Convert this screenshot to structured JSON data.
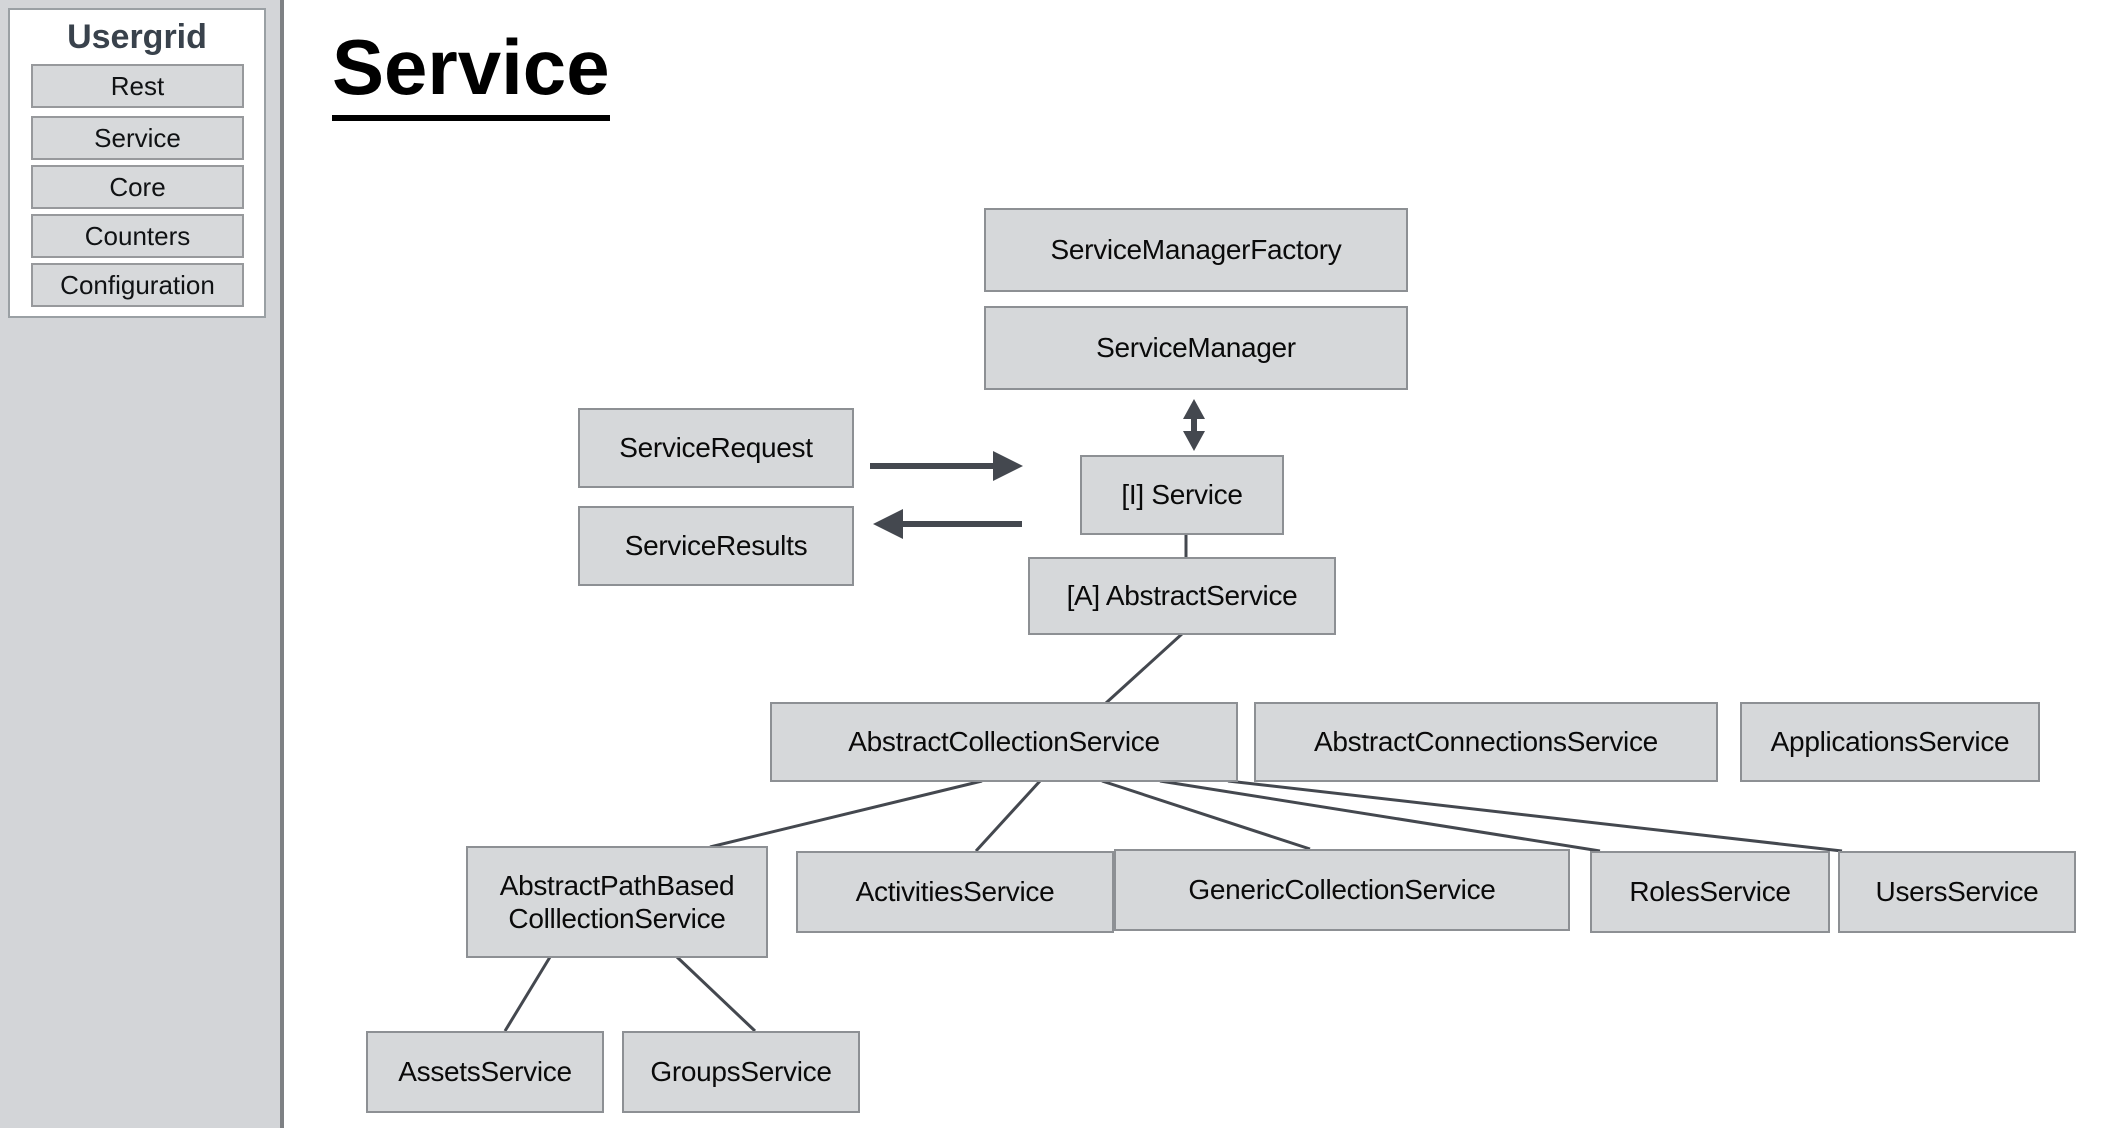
{
  "page": {
    "title": "Service"
  },
  "sidebar": {
    "title": "Usergrid",
    "items": [
      {
        "label": "Rest"
      },
      {
        "label": "Service"
      },
      {
        "label": "Core"
      },
      {
        "label": "Counters"
      },
      {
        "label": "Configuration"
      }
    ]
  },
  "diagram": {
    "nodes": [
      {
        "id": "service-manager-factory",
        "label": "ServiceManagerFactory"
      },
      {
        "id": "service-manager",
        "label": "ServiceManager"
      },
      {
        "id": "service-request",
        "label": "ServiceRequest"
      },
      {
        "id": "service-results",
        "label": "ServiceResults"
      },
      {
        "id": "i-service",
        "label": "[I] Service"
      },
      {
        "id": "a-abstract-service",
        "label": "[A] AbstractService"
      },
      {
        "id": "abstract-collection-service",
        "label": "AbstractCollectionService"
      },
      {
        "id": "abstract-connections-service",
        "label": "AbstractConnectionsService"
      },
      {
        "id": "applications-service",
        "label": "ApplicationsService"
      },
      {
        "id": "abstract-path-based-colllection-service",
        "label": "AbstractPathBased ColllectionService"
      },
      {
        "id": "activities-service",
        "label": "ActivitiesService"
      },
      {
        "id": "generic-collection-service",
        "label": "GenericCollectionService"
      },
      {
        "id": "roles-service",
        "label": "RolesService"
      },
      {
        "id": "users-service",
        "label": "UsersService"
      },
      {
        "id": "assets-service",
        "label": "AssetsService"
      },
      {
        "id": "groups-service",
        "label": "GroupsService"
      }
    ],
    "edges": [
      {
        "from": "ServiceManager",
        "to": "[I] Service",
        "type": "double-arrow"
      },
      {
        "from": "ServiceRequest",
        "to": "[I] Service",
        "type": "arrow-right"
      },
      {
        "from": "[I] Service",
        "to": "ServiceResults",
        "type": "arrow-left"
      },
      {
        "from": "[I] Service",
        "to": "[A] AbstractService",
        "type": "line"
      },
      {
        "from": "[A] AbstractService",
        "to": "AbstractCollectionService",
        "type": "line"
      },
      {
        "from": "AbstractCollectionService",
        "to": "AbstractPathBased ColllectionService",
        "type": "line"
      },
      {
        "from": "AbstractCollectionService",
        "to": "ActivitiesService",
        "type": "line"
      },
      {
        "from": "AbstractCollectionService",
        "to": "GenericCollectionService",
        "type": "line"
      },
      {
        "from": "AbstractCollectionService",
        "to": "RolesService",
        "type": "line"
      },
      {
        "from": "AbstractCollectionService",
        "to": "UsersService",
        "type": "line"
      },
      {
        "from": "AbstractPathBased ColllectionService",
        "to": "AssetsService",
        "type": "line"
      },
      {
        "from": "AbstractPathBased ColllectionService",
        "to": "GroupsService",
        "type": "line"
      }
    ]
  },
  "colors": {
    "node_fill": "#d6d8da",
    "node_border": "#8d9094",
    "edge": "#44484f",
    "sidebar_bg": "#d3d5d8",
    "sidebar_divider": "#7e8184",
    "text": "#0a0a0a",
    "brand_text": "#39424c"
  }
}
